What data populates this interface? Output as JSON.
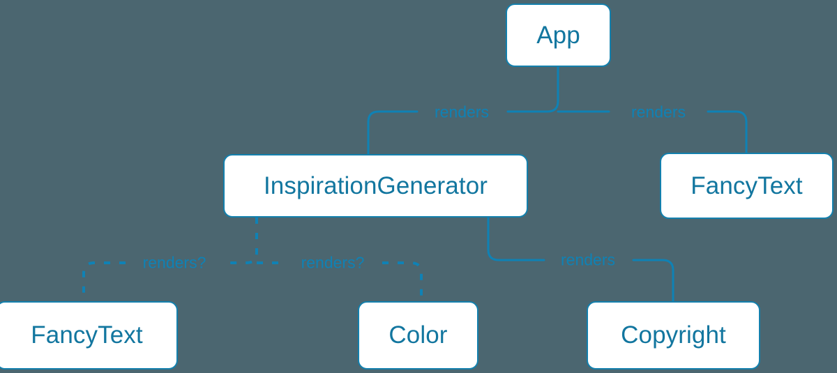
{
  "diagram": {
    "type": "component-tree",
    "title": "React component render tree",
    "background_color": "#4b6670",
    "node_fill_color": "#ffffff",
    "node_border_color": "#1380ad",
    "node_text_color": "#12769f",
    "edge_color": "#0f82b5",
    "edge_label_color": "#0f82b5",
    "nodes": [
      {
        "id": "app",
        "label": "App"
      },
      {
        "id": "inspiration",
        "label": "InspirationGenerator"
      },
      {
        "id": "fancytext-top",
        "label": "FancyText"
      },
      {
        "id": "fancytext-bot",
        "label": "FancyText"
      },
      {
        "id": "color",
        "label": "Color"
      },
      {
        "id": "copyright",
        "label": "Copyright"
      }
    ],
    "edges": [
      {
        "from": "app",
        "to": "inspiration",
        "label": "renders",
        "style": "solid"
      },
      {
        "from": "app",
        "to": "fancytext-top",
        "label": "renders",
        "style": "solid"
      },
      {
        "from": "inspiration",
        "to": "fancytext-bot",
        "label": "renders?",
        "style": "dashed"
      },
      {
        "from": "inspiration",
        "to": "color",
        "label": "renders?",
        "style": "dashed"
      },
      {
        "from": "inspiration",
        "to": "copyright",
        "label": "renders",
        "style": "solid"
      }
    ],
    "labels": {
      "app_to_inspiration": "renders",
      "app_to_fancytext": "renders",
      "ig_to_fancytext": "renders?",
      "ig_to_color": "renders?",
      "ig_to_copyright": "renders"
    }
  }
}
